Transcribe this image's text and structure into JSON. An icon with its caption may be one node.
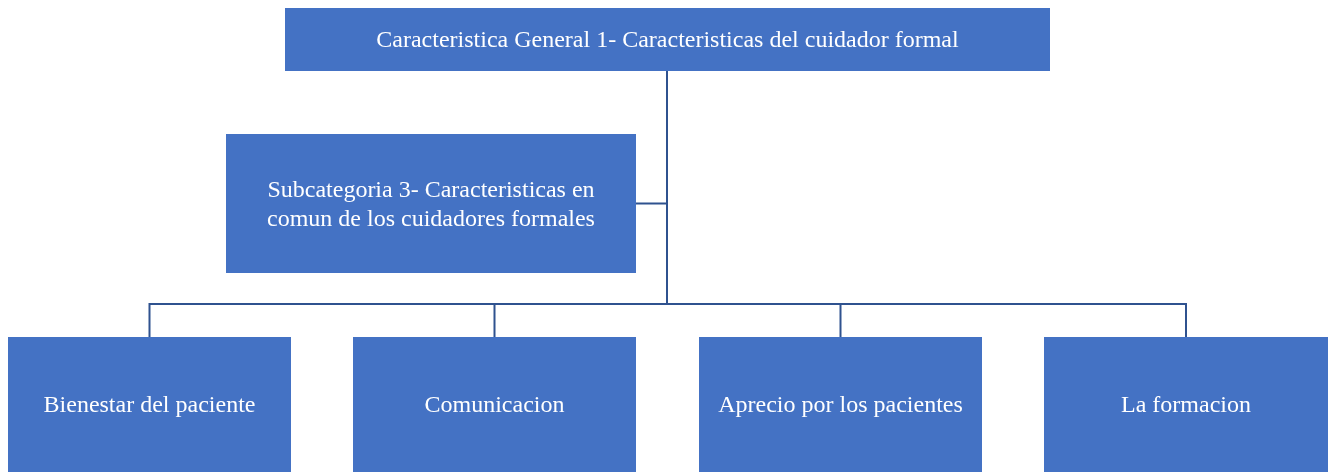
{
  "diagram": {
    "nodes": [
      {
        "text": [
          "Caracteristica General 1- Caracteristicas del cuidador formal"
        ]
      },
      {
        "text": [
          "Subcategoria 3- Caracteristicas en comun de los cuidadores formales"
        ]
      },
      {
        "text": [
          "Bienestar del paciente"
        ]
      },
      {
        "text": [
          "Comunicacion"
        ]
      },
      {
        "text": [
          "Aprecio por los pacientes"
        ]
      },
      {
        "text": [
          "La formacion"
        ]
      }
    ],
    "edges": [
      {
        "from": 0,
        "to": 1,
        "arrow": "none"
      },
      {
        "from": 0,
        "to": 2,
        "arrow": "none"
      },
      {
        "from": 0,
        "to": 3,
        "arrow": "none"
      },
      {
        "from": 0,
        "to": 4,
        "arrow": "none"
      },
      {
        "from": 0,
        "to": 5,
        "arrow": "none"
      }
    ]
  }
}
